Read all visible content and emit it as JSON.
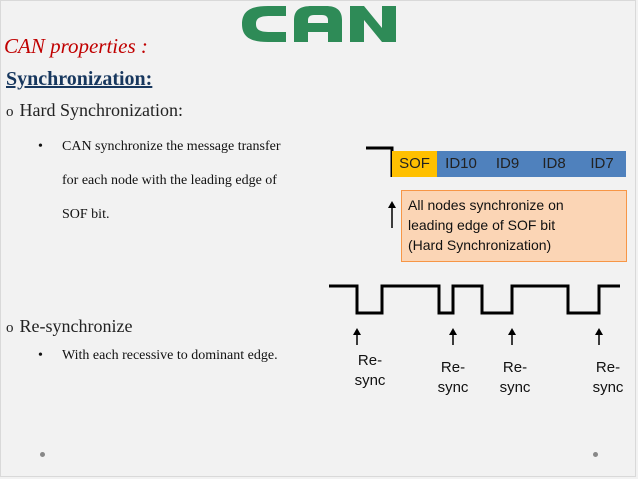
{
  "logo_text": "CAN",
  "title": "CAN properties :",
  "subtitle": "Synchronization:",
  "bullets": [
    {
      "marker": "o",
      "text": "Hard Synchronization:",
      "sub_marker": "•",
      "sub_lines": [
        "CAN synchronize the message transfer",
        "for each node with the leading edge of",
        "SOF bit."
      ]
    },
    {
      "marker": "o",
      "text": "Re-synchronize",
      "sub_marker": "•",
      "sub_lines": [
        "With each recessive to dominant edge."
      ]
    }
  ],
  "frame_fields": [
    "SOF",
    "ID10",
    "ID9",
    "ID8",
    "ID7"
  ],
  "note_lines": [
    "All nodes synchronize on",
    "leading edge of SOF bit",
    "(Hard Synchronization)"
  ],
  "resync_labels": [
    [
      "Re-",
      "sync"
    ],
    [
      "Re-",
      "sync"
    ],
    [
      "Re-",
      "sync"
    ],
    [
      "Re-",
      "sync"
    ]
  ],
  "colors": {
    "title": "#c00000",
    "subtitle": "#17375e",
    "logo": "#2e8b57",
    "sof_fill": "#ffc000",
    "id_fill": "#4f81bd",
    "note_fill": "#fbd5b5",
    "note_border": "#f79646"
  }
}
